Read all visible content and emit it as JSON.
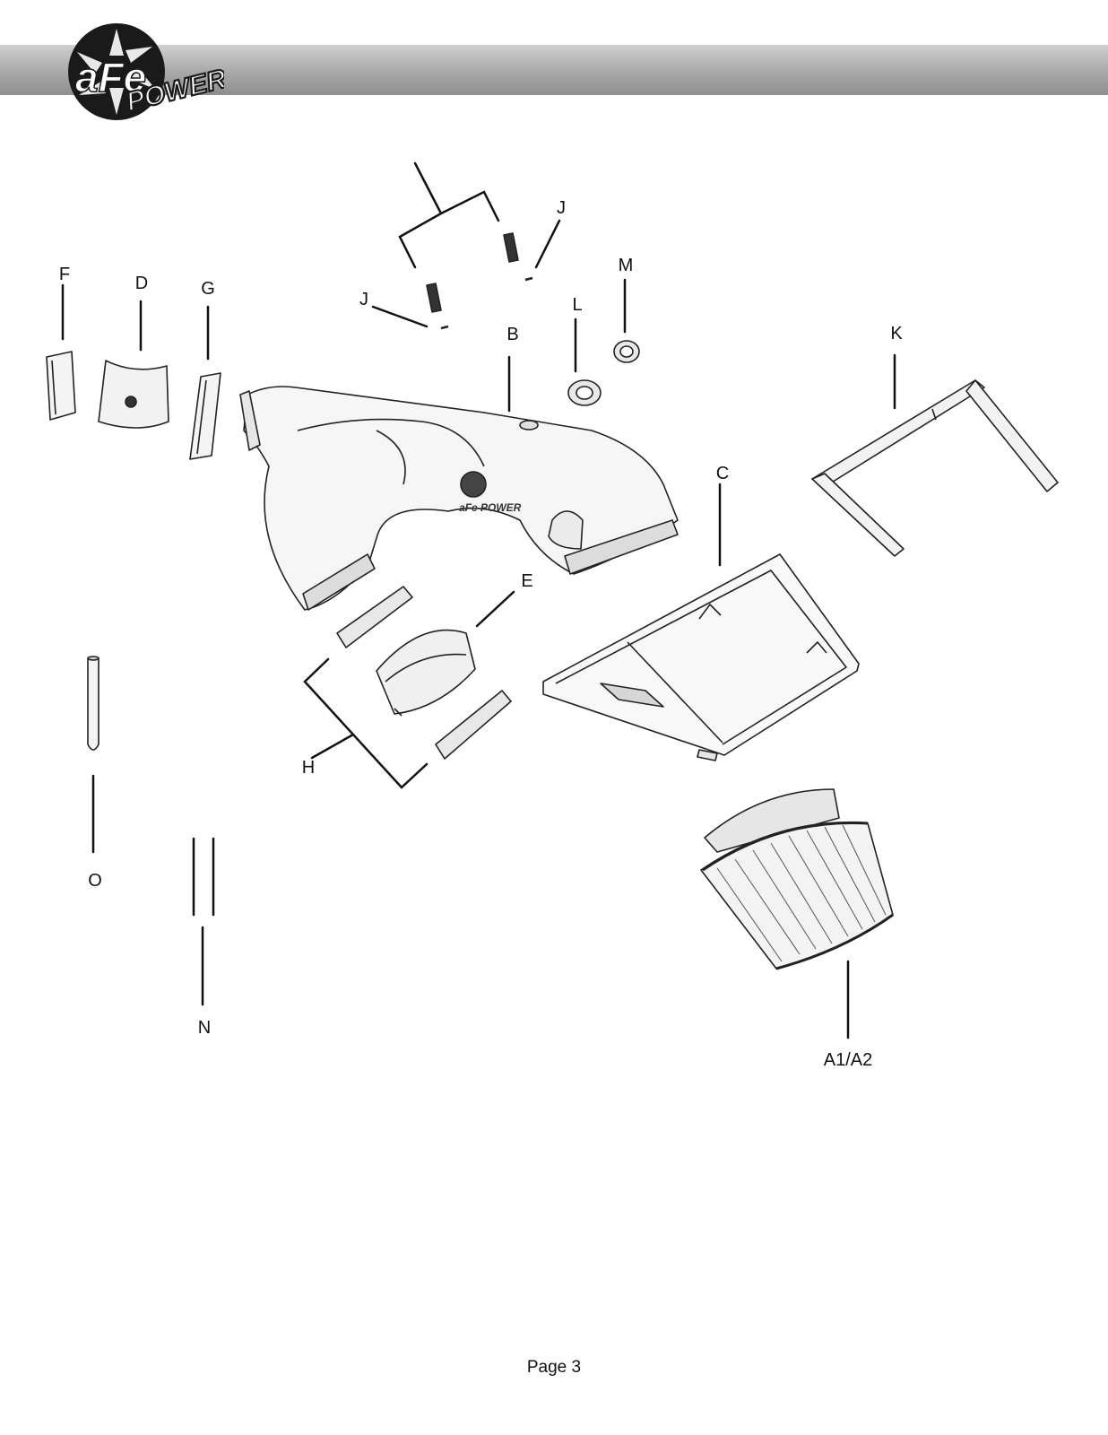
{
  "header": {
    "logo_icon": "afe-power-logo",
    "logo_text": "aFe POWER",
    "band_color": "#a8a8a8"
  },
  "callouts": {
    "a1a2": "A1/A2",
    "b": "B",
    "c": "C",
    "d": "D",
    "e": "E",
    "f": "F",
    "g": "G",
    "h": "H",
    "j_left": "J",
    "j_right": "J",
    "k": "K",
    "l": "L",
    "m": "M",
    "n": "N",
    "o": "O"
  },
  "footer": {
    "page_label": "Page 3"
  }
}
